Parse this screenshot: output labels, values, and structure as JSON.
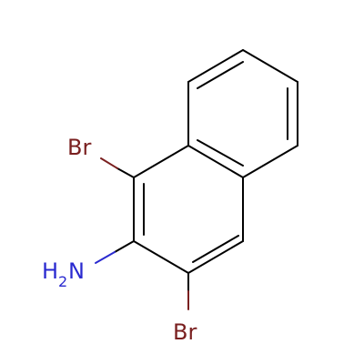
{
  "molecule": {
    "atoms": {
      "br_top": {
        "label": "Br",
        "color": "#7a2020"
      },
      "br_bottom": {
        "label": "Br",
        "color": "#7a2020"
      },
      "amine": {
        "label": "H",
        "subscript": "2",
        "suffix": "N",
        "color": "#2a2ad0"
      }
    },
    "bond_color": "#000000"
  }
}
